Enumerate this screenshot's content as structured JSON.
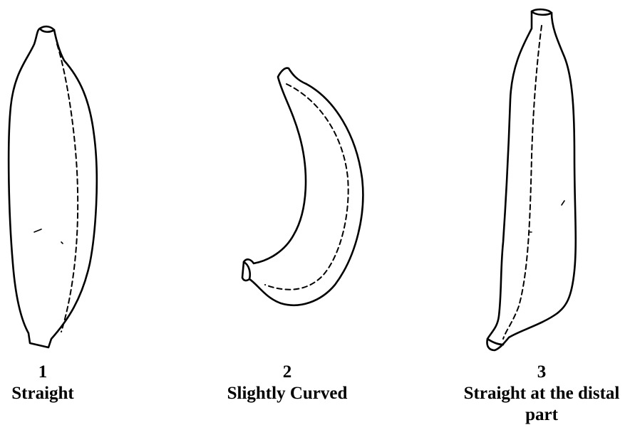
{
  "figures": [
    {
      "number": "1",
      "label": "Straight"
    },
    {
      "number": "2",
      "label": "Slightly Curved"
    },
    {
      "number": "3",
      "label": "Straight at the distal part"
    }
  ]
}
